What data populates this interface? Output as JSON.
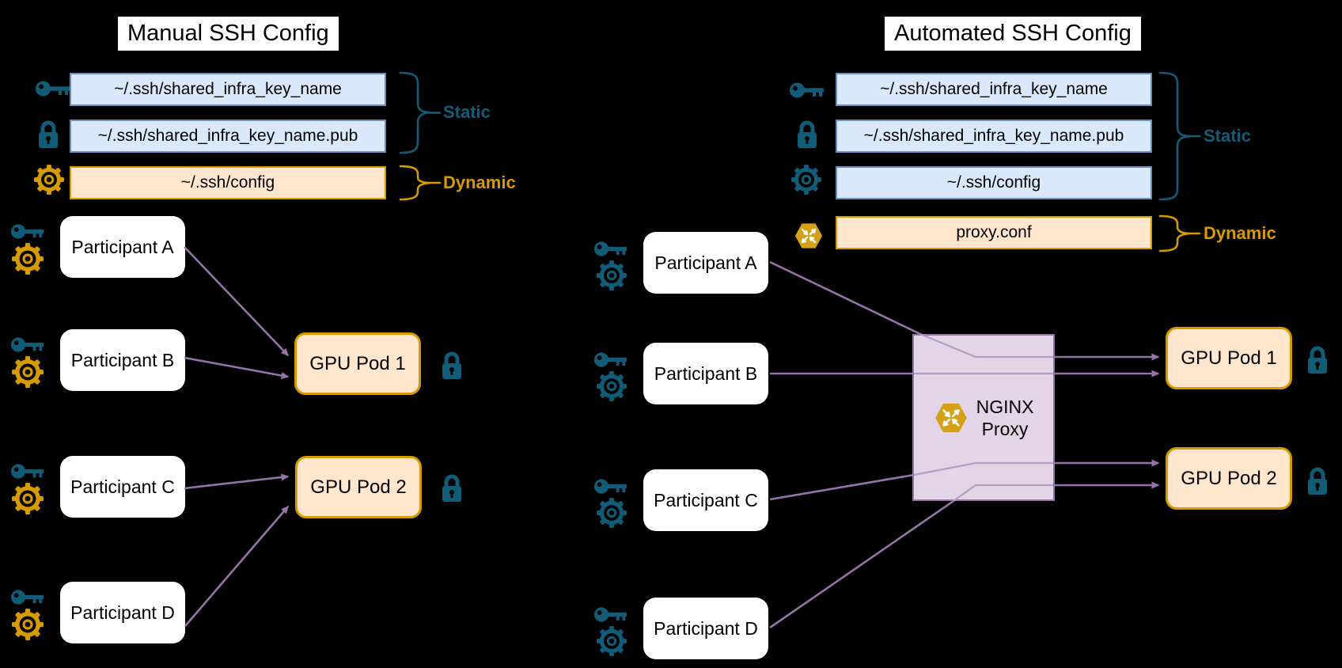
{
  "diagram": {
    "background": "#000000",
    "colors": {
      "static_accent": "#115d78",
      "dynamic_accent": "#d79b00",
      "arrow": "#9673a6",
      "arrow_inside_proxy": "#b29fc4",
      "file_static_fill": "#dae8fc",
      "file_static_border": "#6c8ebf",
      "file_dynamic_fill": "#ffe6cc",
      "file_dynamic_border": "#d79b00",
      "proxy_fill": "#e1d5e7",
      "proxy_border": "#9673a6",
      "nginx_hexagon": "#d4a015"
    },
    "left": {
      "title": "Manual SSH Config",
      "files": [
        {
          "icon": "key-icon",
          "label": "~/.ssh/shared_infra_key_name",
          "category": "static"
        },
        {
          "icon": "lock-icon",
          "label": "~/.ssh/shared_infra_key_name.pub",
          "category": "static"
        },
        {
          "icon": "gear-icon",
          "label": "~/.ssh/config",
          "category": "dynamic"
        }
      ],
      "braces": {
        "static_label": "Static",
        "dynamic_label": "Dynamic"
      },
      "participants": [
        {
          "label": "Participant A",
          "icons": [
            "key-icon",
            "gear-icon"
          ]
        },
        {
          "label": "Participant B",
          "icons": [
            "key-icon",
            "gear-icon"
          ]
        },
        {
          "label": "Participant C",
          "icons": [
            "key-icon",
            "gear-icon"
          ]
        },
        {
          "label": "Participant D",
          "icons": [
            "key-icon",
            "gear-icon"
          ]
        }
      ],
      "pods": [
        {
          "label": "GPU Pod 1",
          "icon": "lock-icon"
        },
        {
          "label": "GPU Pod 2",
          "icon": "lock-icon"
        }
      ]
    },
    "right": {
      "title": "Automated SSH Config",
      "files": [
        {
          "icon": "key-icon",
          "label": "~/.ssh/shared_infra_key_name",
          "category": "static"
        },
        {
          "icon": "lock-icon",
          "label": "~/.ssh/shared_infra_key_name.pub",
          "category": "static"
        },
        {
          "icon": "gear-icon",
          "label": "~/.ssh/config",
          "category": "static"
        },
        {
          "icon": "nginx-icon",
          "label": "proxy.conf",
          "category": "dynamic"
        }
      ],
      "braces": {
        "static_label": "Static",
        "dynamic_label": "Dynamic"
      },
      "participants": [
        {
          "label": "Participant A",
          "icons": [
            "key-icon",
            "gear-icon"
          ]
        },
        {
          "label": "Participant B",
          "icons": [
            "key-icon",
            "gear-icon"
          ]
        },
        {
          "label": "Participant C",
          "icons": [
            "key-icon",
            "gear-icon"
          ]
        },
        {
          "label": "Participant D",
          "icons": [
            "key-icon",
            "gear-icon"
          ]
        }
      ],
      "proxy": {
        "line1": "NGINX",
        "line2": "Proxy",
        "icon": "nginx-icon"
      },
      "pods": [
        {
          "label": "GPU Pod 1",
          "icon": "lock-icon"
        },
        {
          "label": "GPU Pod 2",
          "icon": "lock-icon"
        }
      ]
    }
  }
}
